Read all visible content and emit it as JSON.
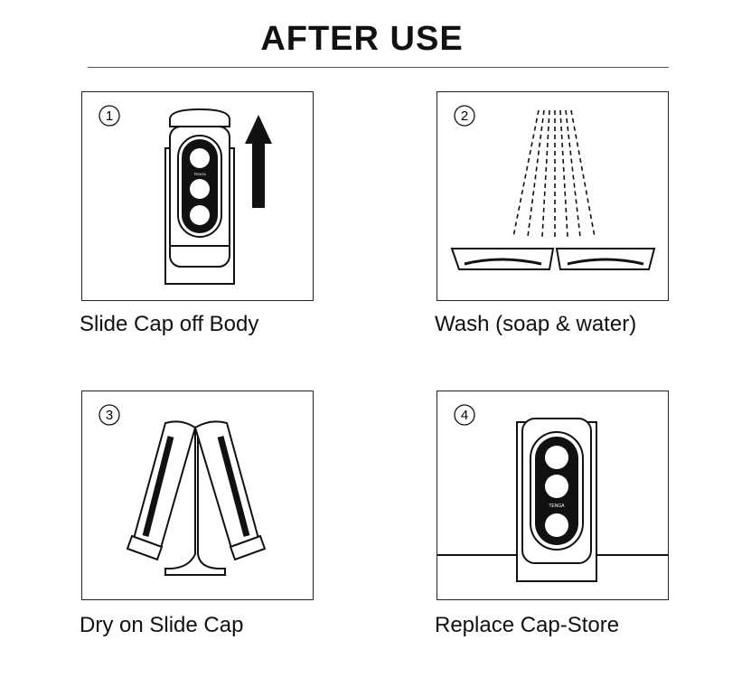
{
  "title": "AFTER USE",
  "logo_text": "TENGA",
  "steps": [
    {
      "number": "1",
      "caption": "Slide Cap off Body",
      "icon": "slide-up-arrow"
    },
    {
      "number": "2",
      "caption": "Wash (soap & water)",
      "icon": "water-spray"
    },
    {
      "number": "3",
      "caption": "Dry on Slide Cap",
      "icon": "drying-stand"
    },
    {
      "number": "4",
      "caption": "Replace Cap-Store",
      "icon": "stored-device"
    }
  ]
}
